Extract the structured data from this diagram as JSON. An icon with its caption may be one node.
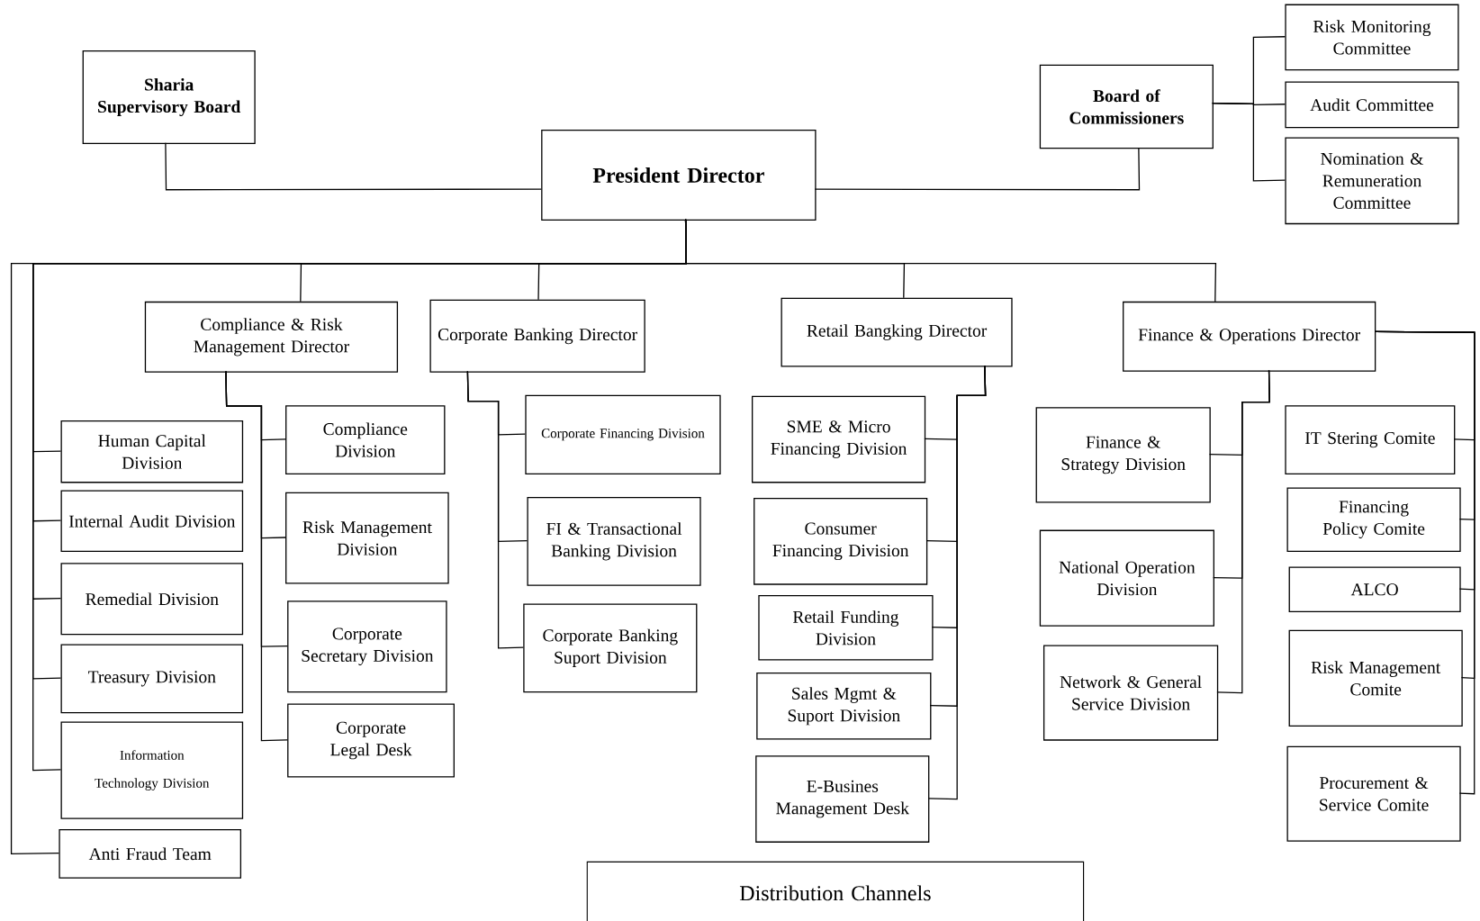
{
  "diagram": {
    "nodes": [
      {
        "text": [
          "Sharia Supervisory Board"
        ]
      },
      {
        "text": [
          "President Director"
        ]
      },
      {
        "text": [
          "Board of Commissioners"
        ]
      },
      {
        "text": [
          "Risk Monitoring Committee"
        ]
      },
      {
        "text": [
          "Audit Committee"
        ]
      },
      {
        "text": [
          "Nomination & Remuneration Committee"
        ]
      },
      {
        "text": [
          "Compliance & Risk Management Director"
        ]
      },
      {
        "text": [
          "Corporate Banking Director"
        ]
      },
      {
        "text": [
          "Retail Bangking Director"
        ]
      },
      {
        "text": [
          "Finance & Operations Director"
        ]
      },
      {
        "text": [
          "Human Capital Division"
        ]
      },
      {
        "text": [
          "Internal Audit Division"
        ]
      },
      {
        "text": [
          "Remedial Division"
        ]
      },
      {
        "text": [
          "Treasury Division"
        ]
      },
      {
        "text": [
          "Information Technology Division"
        ]
      },
      {
        "text": [
          "Anti Fraud Team"
        ]
      },
      {
        "text": [
          "Compliance Division"
        ]
      },
      {
        "text": [
          "Risk Management Division"
        ]
      },
      {
        "text": [
          "Corporate Secretary Division"
        ]
      },
      {
        "text": [
          "Corporate Legal Desk"
        ]
      },
      {
        "text": [
          "Corporate Financing Division"
        ]
      },
      {
        "text": [
          "FI & Transactional Banking Division"
        ]
      },
      {
        "text": [
          "Corporate Banking Suport Division"
        ]
      },
      {
        "text": [
          "SME & Micro Financing Division"
        ]
      },
      {
        "text": [
          "Consumer Financing Division"
        ]
      },
      {
        "text": [
          "Retail Funding Division"
        ]
      },
      {
        "text": [
          "Sales Mgmt & Suport Division"
        ]
      },
      {
        "text": [
          "E-Busines Management Desk"
        ]
      },
      {
        "text": [
          "Finance & Strategy Division"
        ]
      },
      {
        "text": [
          "National Operation Division"
        ]
      },
      {
        "text": [
          "Network & General Service Division"
        ]
      },
      {
        "text": [
          "IT Stering Comite"
        ]
      },
      {
        "text": [
          "Financing Policy Comite"
        ]
      },
      {
        "text": [
          "ALCO"
        ]
      },
      {
        "text": [
          "Risk Management Comite"
        ]
      },
      {
        "text": [
          "Procurement & Service Comite"
        ]
      },
      {
        "text": [
          "Distribution Channels"
        ]
      }
    ],
    "edges": [
      {
        "from": 0,
        "to": 1,
        "arrow": "none"
      },
      {
        "from": 2,
        "to": 1,
        "arrow": "none"
      },
      {
        "from": 2,
        "to": 3,
        "arrow": "none"
      },
      {
        "from": 2,
        "to": 4,
        "arrow": "none"
      },
      {
        "from": 2,
        "to": 5,
        "arrow": "none"
      },
      {
        "from": 1,
        "to": 6,
        "arrow": "none"
      },
      {
        "from": 1,
        "to": 7,
        "arrow": "none"
      },
      {
        "from": 1,
        "to": 8,
        "arrow": "none"
      },
      {
        "from": 1,
        "to": 9,
        "arrow": "none"
      },
      {
        "from": 1,
        "to": 10,
        "arrow": "none"
      },
      {
        "from": 1,
        "to": 11,
        "arrow": "none"
      },
      {
        "from": 1,
        "to": 12,
        "arrow": "none"
      },
      {
        "from": 1,
        "to": 13,
        "arrow": "none"
      },
      {
        "from": 1,
        "to": 14,
        "arrow": "none"
      },
      {
        "from": 1,
        "to": 15,
        "arrow": "none"
      },
      {
        "from": 6,
        "to": 16,
        "arrow": "none"
      },
      {
        "from": 6,
        "to": 17,
        "arrow": "none"
      },
      {
        "from": 6,
        "to": 18,
        "arrow": "none"
      },
      {
        "from": 6,
        "to": 19,
        "arrow": "none"
      },
      {
        "from": 7,
        "to": 20,
        "arrow": "none"
      },
      {
        "from": 7,
        "to": 21,
        "arrow": "none"
      },
      {
        "from": 7,
        "to": 22,
        "arrow": "none"
      },
      {
        "from": 8,
        "to": 23,
        "arrow": "none"
      },
      {
        "from": 8,
        "to": 24,
        "arrow": "none"
      },
      {
        "from": 8,
        "to": 25,
        "arrow": "none"
      },
      {
        "from": 8,
        "to": 26,
        "arrow": "none"
      },
      {
        "from": 8,
        "to": 27,
        "arrow": "none"
      },
      {
        "from": 9,
        "to": 28,
        "arrow": "none"
      },
      {
        "from": 9,
        "to": 29,
        "arrow": "none"
      },
      {
        "from": 9,
        "to": 30,
        "arrow": "none"
      },
      {
        "from": 9,
        "to": 31,
        "arrow": "none"
      },
      {
        "from": 9,
        "to": 32,
        "arrow": "none"
      },
      {
        "from": 9,
        "to": 33,
        "arrow": "none"
      },
      {
        "from": 9,
        "to": 34,
        "arrow": "none"
      },
      {
        "from": 9,
        "to": 35,
        "arrow": "none"
      }
    ]
  }
}
